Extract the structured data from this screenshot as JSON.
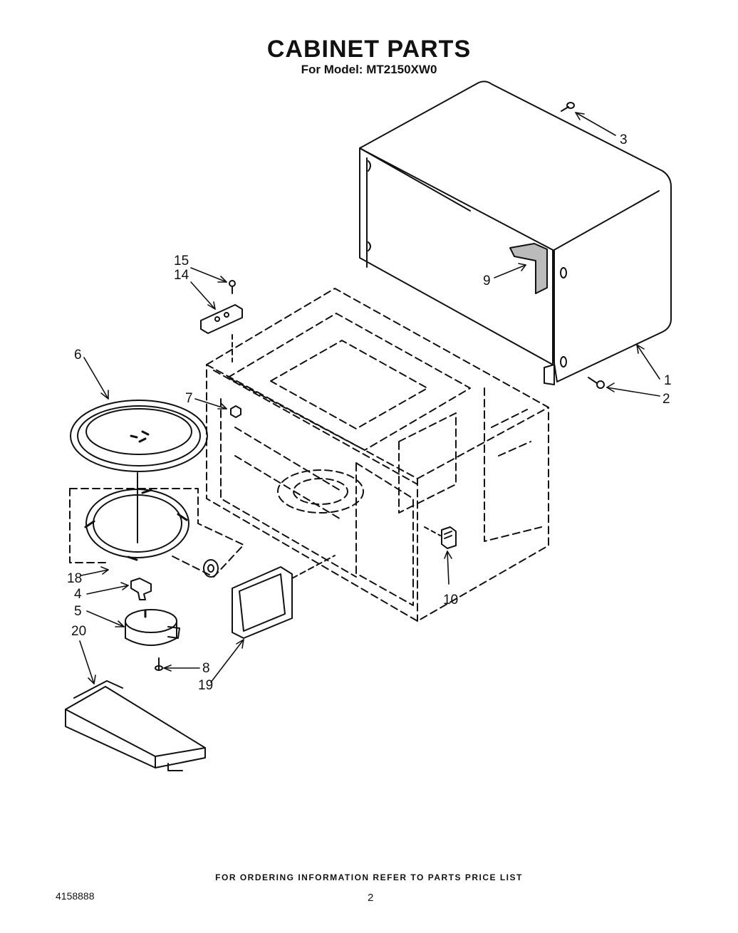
{
  "header": {
    "title": "CABINET PARTS",
    "model_line": "For Model: MT2150XW0"
  },
  "footer": {
    "ordering_note": "FOR ORDERING INFORMATION REFER TO PARTS PRICE LIST",
    "document_number": "4158888",
    "page_number": "2"
  },
  "callouts": [
    {
      "id": "1",
      "part": "outer-cabinet-wrapper"
    },
    {
      "id": "2",
      "part": "wrapper-screw-rear"
    },
    {
      "id": "3",
      "part": "wrapper-screw-top"
    },
    {
      "id": "4",
      "part": "turntable-coupler"
    },
    {
      "id": "5",
      "part": "turntable-motor"
    },
    {
      "id": "6",
      "part": "turntable-glass-tray"
    },
    {
      "id": "7",
      "part": "nut"
    },
    {
      "id": "8",
      "part": "motor-screw"
    },
    {
      "id": "9",
      "part": "wrapper-bracket"
    },
    {
      "id": "10",
      "part": "door-interlock-bumper"
    },
    {
      "id": "14",
      "part": "hinge-plate"
    },
    {
      "id": "15",
      "part": "hinge-screw"
    },
    {
      "id": "18",
      "part": "roller-ring-assembly"
    },
    {
      "id": "19",
      "part": "access-cover-plate"
    },
    {
      "id": "20",
      "part": "motor-cover-base"
    }
  ]
}
